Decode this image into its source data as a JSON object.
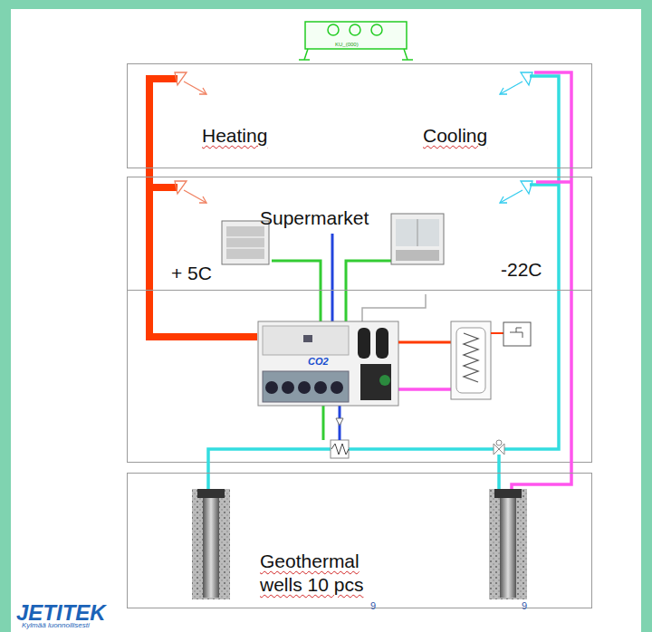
{
  "diagram": {
    "nodes": [
      {
        "text": [
          "Heating",
          "Cooling"
        ]
      },
      {
        "text": [
          "Supermarket",
          "+ 5C",
          "-22C"
        ]
      },
      {
        "text": [
          "Geothermal wells 10 pcs"
        ]
      }
    ],
    "labels": [
      "KU_(000)",
      "CO2",
      "9",
      "9",
      "JETITEK",
      "Kylmää luonnollisesti"
    ]
  }
}
